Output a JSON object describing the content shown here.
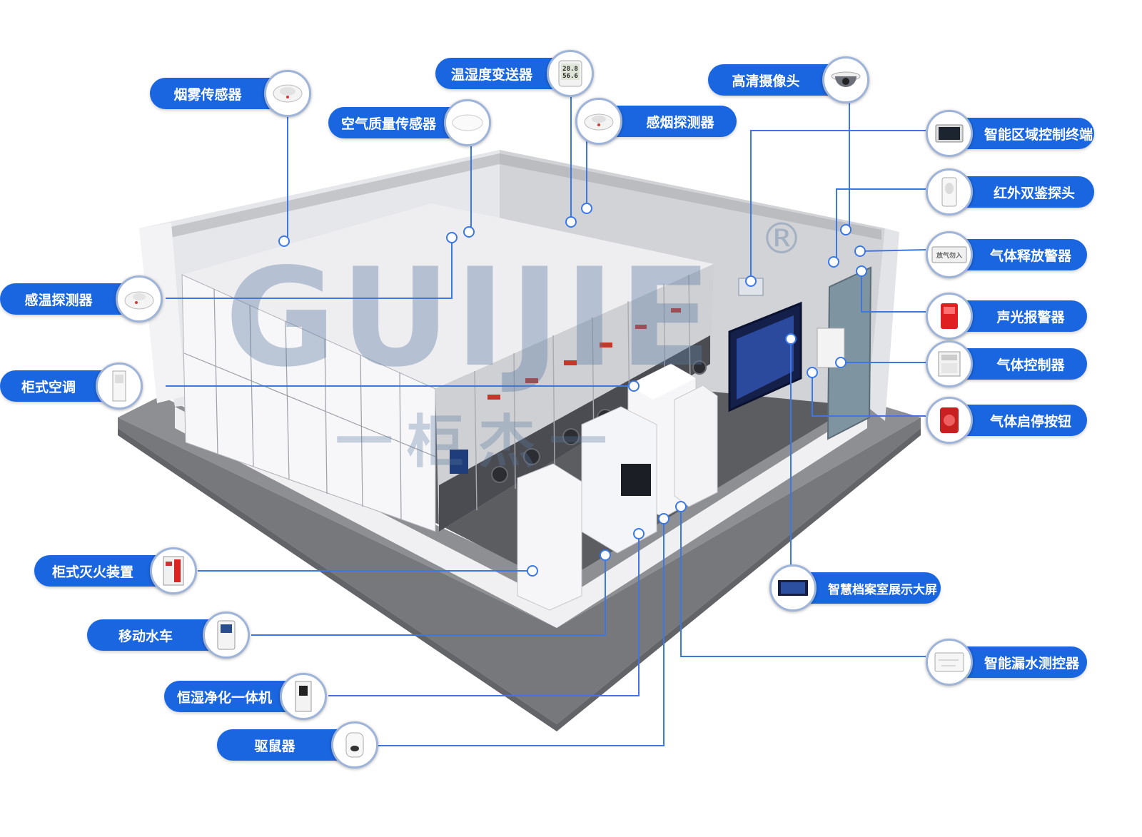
{
  "watermark": {
    "text": "GUIJIE",
    "reg": "®",
    "sub": "一柜杰一"
  },
  "labels_left": [
    {
      "id": "smoke-sensor",
      "text": "烟雾传感器"
    },
    {
      "id": "air-quality-sensor",
      "text": "空气质量传感器"
    },
    {
      "id": "temp-humidity-transmitter",
      "text": "温湿度变送器"
    },
    {
      "id": "smoke-detector",
      "text": "感烟探测器"
    },
    {
      "id": "heat-detector",
      "text": "感温探测器"
    },
    {
      "id": "cabinet-ac",
      "text": "柜式空调"
    },
    {
      "id": "cabinet-fire-suppression",
      "text": "柜式灭火装置"
    },
    {
      "id": "mobile-water-cart",
      "text": "移动水车"
    },
    {
      "id": "humidity-purifier",
      "text": "恒湿净化一体机"
    },
    {
      "id": "rodent-repeller",
      "text": "驱鼠器"
    }
  ],
  "labels_right": [
    {
      "id": "hd-camera",
      "text": "高清摄像头"
    },
    {
      "id": "smart-zone-terminal",
      "text": "智能区域控制终端"
    },
    {
      "id": "infrared-detector",
      "text": "红外双鉴探头"
    },
    {
      "id": "gas-release-alarm",
      "text": "气体释放警器"
    },
    {
      "id": "sound-light-alarm",
      "text": "声光报警器"
    },
    {
      "id": "gas-controller",
      "text": "气体控制器"
    },
    {
      "id": "gas-start-stop",
      "text": "气体启停按钮"
    },
    {
      "id": "display-screen",
      "text": "智慧档案室展示大屏"
    },
    {
      "id": "water-leak-controller",
      "text": "智能漏水测控器"
    }
  ],
  "device_text": {
    "thermometer_top": "28.8",
    "thermometer_bottom": "56.6",
    "gas_release_sign": "放气勿入"
  },
  "colors": {
    "label_blue": "#1a66e0",
    "connector": "#3b78e6",
    "floor": "#8e8f93"
  }
}
